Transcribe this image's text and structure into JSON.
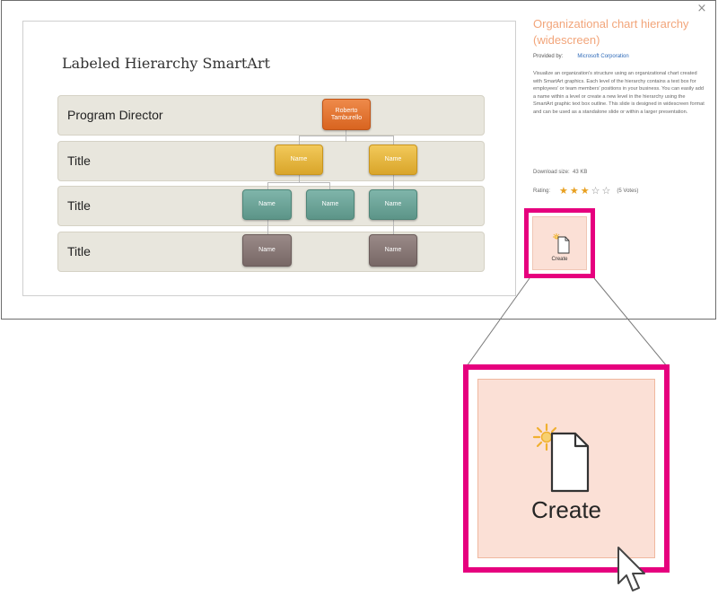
{
  "dialog": {
    "close_glyph": "×"
  },
  "slide": {
    "title": "Labeled Hierarchy SmartArt",
    "bands": [
      {
        "label": "Program Director"
      },
      {
        "label": "Title"
      },
      {
        "label": "Title"
      },
      {
        "label": "Title"
      }
    ],
    "top_node": "Roberto Tamburello",
    "level2_nodes": [
      "Name",
      "Name"
    ],
    "level3_nodes": [
      "Name",
      "Name",
      "Name"
    ],
    "level4_nodes": [
      "Name",
      "Name"
    ]
  },
  "info": {
    "title": "Organizational chart hierarchy (widescreen)",
    "provided_label": "Provided by:",
    "provider": "Microsoft Corporation",
    "description": "Visualize an organization's structure using an organizational chart created with SmartArt graphics. Each level of the hierarchy contains a text box for employees' or team members' positions in your business. You can easily add a name within a level or create a new level in the hierarchy using the SmartArt graphic text box outline. This slide is designed in widescreen format and can be used as a standalone slide or within a larger presentation.",
    "download_label": "Download size:",
    "download_size": "43 KB",
    "rating_label": "Rating:",
    "rating_value": 3,
    "rating_max": 5,
    "votes": "(5 Votes)"
  },
  "create": {
    "label": "Create",
    "icon": "new-document-icon"
  },
  "colors": {
    "highlight": "#e6007e",
    "button_fill": "#fbe0d6",
    "title_accent": "#f2a57a",
    "link": "#2e6ab8"
  }
}
